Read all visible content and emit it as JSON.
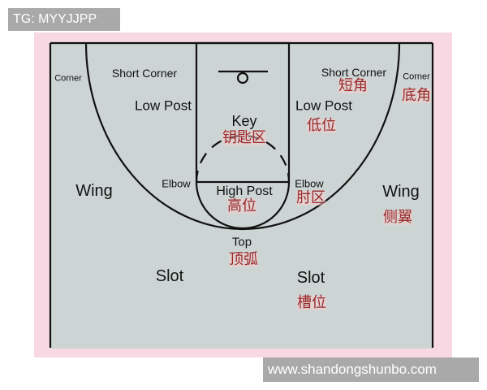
{
  "watermark_top": "TG: MYYJJPP",
  "watermark_bottom": "www.shandongshunbo.com",
  "colors": {
    "court": "#cdd4d4",
    "frame": "#f8d9e3",
    "lines": "#111111",
    "chinese_text": "#9a2a2a"
  },
  "labels": {
    "corner_left": "Corner",
    "short_corner_left": "Short Corner",
    "low_post_left": "Low Post",
    "key": "Key",
    "key_cn": "钥匙区",
    "short_corner_right": "Short Corner",
    "short_corner_right_cn": "短角",
    "corner_right": "Corner",
    "corner_right_cn": "底角",
    "low_post_right": "Low Post",
    "low_post_right_cn": "低位",
    "elbow_left": "Elbow",
    "elbow_right": "Elbow",
    "elbow_right_cn": "肘区",
    "high_post": "High Post",
    "high_post_cn": "高位",
    "wing_left": "Wing",
    "wing_right": "Wing",
    "wing_right_cn": "侧翼",
    "top": "Top",
    "top_cn": "顶弧",
    "slot_left": "Slot",
    "slot_right": "Slot",
    "slot_right_cn": "槽位"
  }
}
